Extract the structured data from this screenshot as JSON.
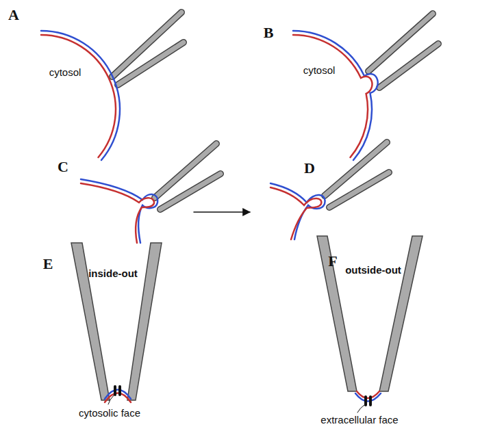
{
  "diagram": {
    "labels": [
      "A",
      "B",
      "cytosol",
      "cytosol",
      "C",
      "D",
      "E",
      "F",
      "inside-out",
      "outside-out",
      "cytosolic face",
      "extracellular face"
    ]
  }
}
